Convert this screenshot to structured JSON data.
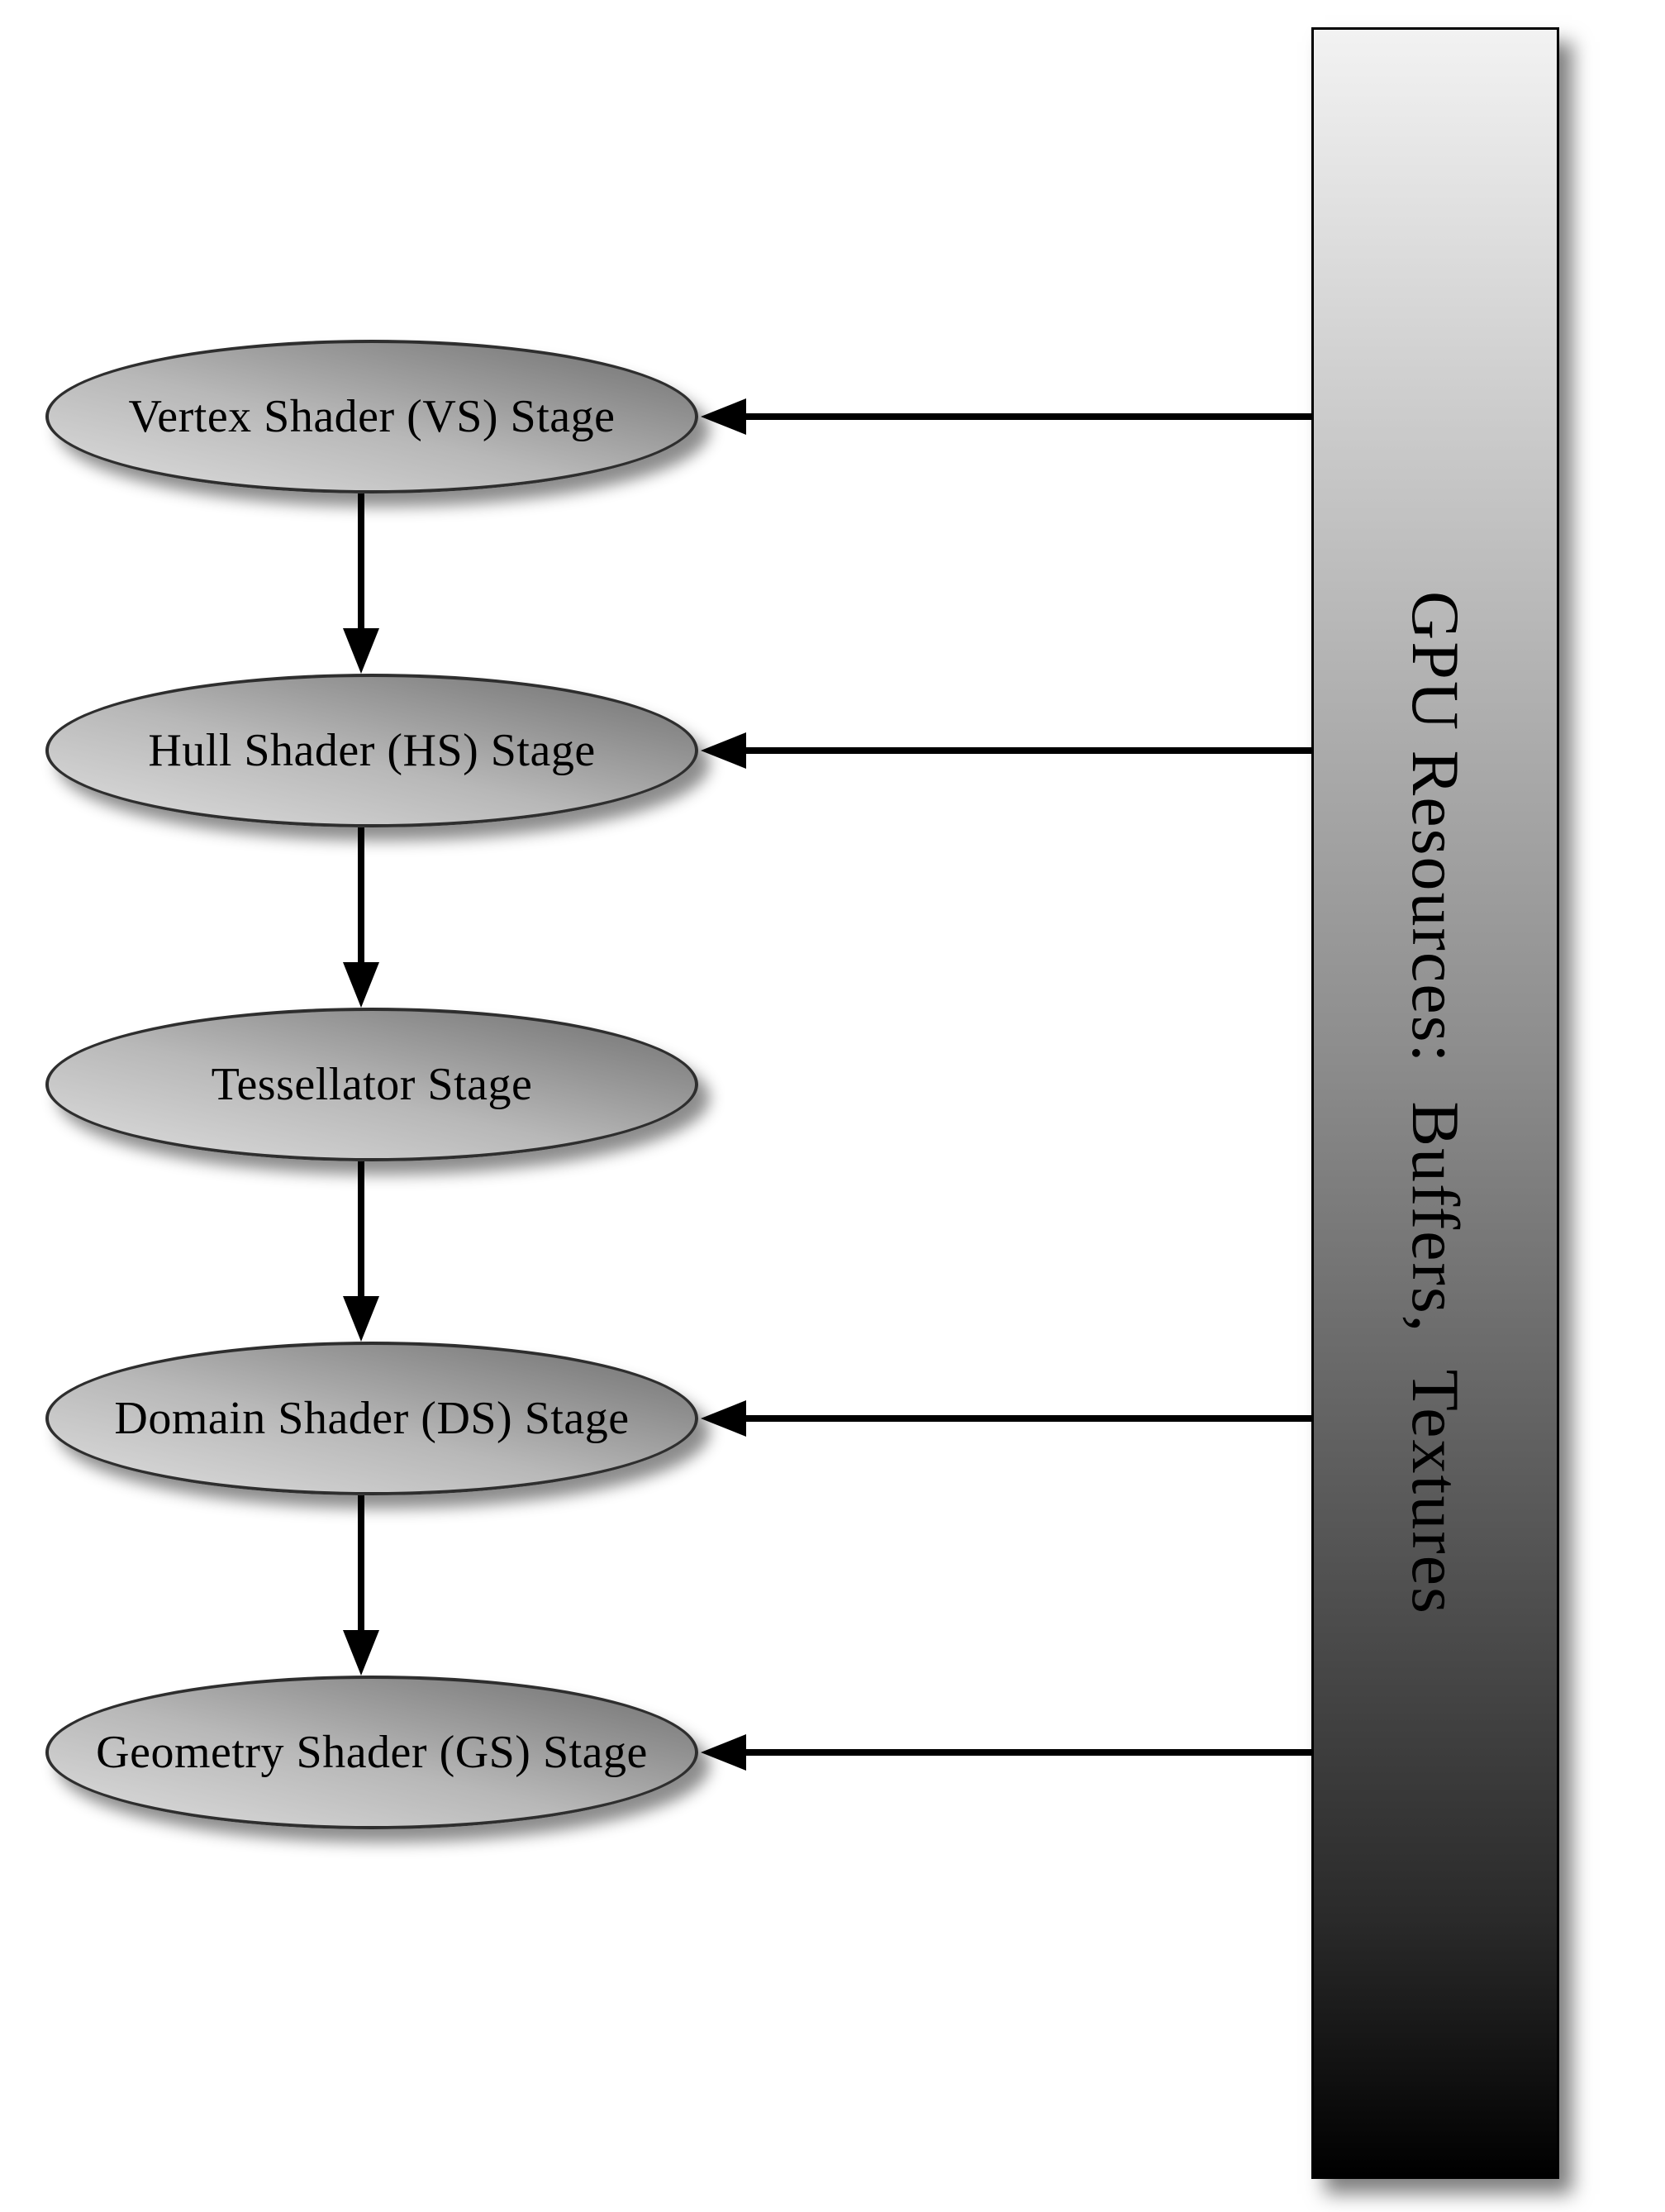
{
  "diagram": {
    "stages": [
      {
        "id": "vertex-shader",
        "label": "Vertex Shader (VS) Stage",
        "resource_arrow": true
      },
      {
        "id": "hull-shader",
        "label": "Hull Shader (HS) Stage",
        "resource_arrow": true
      },
      {
        "id": "tessellator",
        "label": "Tessellator Stage",
        "resource_arrow": false
      },
      {
        "id": "domain-shader",
        "label": "Domain Shader (DS) Stage",
        "resource_arrow": true
      },
      {
        "id": "geometry-shader",
        "label": "Geometry Shader (GS) Stage",
        "resource_arrow": true
      }
    ],
    "resource_bar": {
      "label": "GPU Resources:  Buffers,  Textures"
    }
  },
  "colors": {
    "arrow": "#000000",
    "outline": "#2e2e2e",
    "ellipse_light": "#dedede",
    "ellipse_dark": "#6e6e6e",
    "bar_top": "#f2f2f2",
    "bar_mid": "#8c8c8c",
    "bar_bottom": "#000000"
  }
}
